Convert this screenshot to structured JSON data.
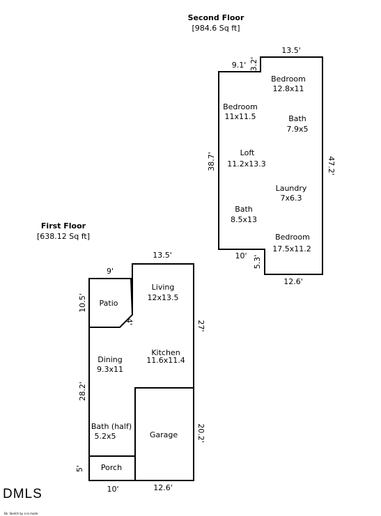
{
  "second_floor": {
    "title": "Second Floor",
    "area": "[984.6 Sq ft]",
    "dimensions": {
      "top_right": "13.5'",
      "top_left": "9.1'",
      "step_top": "3.2'",
      "left": "38.7'",
      "right": "47.2'",
      "bottom_left": "10'",
      "step_bottom": "5.3'",
      "bottom_right": "12.6'"
    },
    "rooms": [
      {
        "name": "Bedroom",
        "size": "12.8x11"
      },
      {
        "name": "Bedroom",
        "size": "11x11.5"
      },
      {
        "name": "Bath",
        "size": "7.9x5"
      },
      {
        "name": "Loft",
        "size": "11.2x13.3"
      },
      {
        "name": "Laundry",
        "size": "7x6.3"
      },
      {
        "name": "Bath",
        "size": "8.5x13"
      },
      {
        "name": "Bedroom",
        "size": "17.5x11.2"
      }
    ]
  },
  "first_floor": {
    "title": "First Floor",
    "area": "[638.12 Sq ft]",
    "dimensions": {
      "top": "13.5'",
      "patio_top": "9'",
      "patio_left": "10.5'",
      "patio_diag": "4'",
      "right_upper": "27'",
      "left": "28.2'",
      "right_lower": "20.2'",
      "porch_left": "5'",
      "bottom_left": "10'",
      "bottom_right": "12.6'"
    },
    "rooms": [
      {
        "name": "Patio",
        "size": ""
      },
      {
        "name": "Living",
        "size": "12x13.5"
      },
      {
        "name": "Dining",
        "size": "9.3x11"
      },
      {
        "name": "Kitchen",
        "size": "11.6x11.4"
      },
      {
        "name": "Bath (half)",
        "size": "5.2x5"
      },
      {
        "name": "Garage",
        "size": ""
      },
      {
        "name": "Porch",
        "size": ""
      }
    ]
  },
  "logo": "DMLS",
  "footer_note": "Bk. Sketch by a la mode"
}
